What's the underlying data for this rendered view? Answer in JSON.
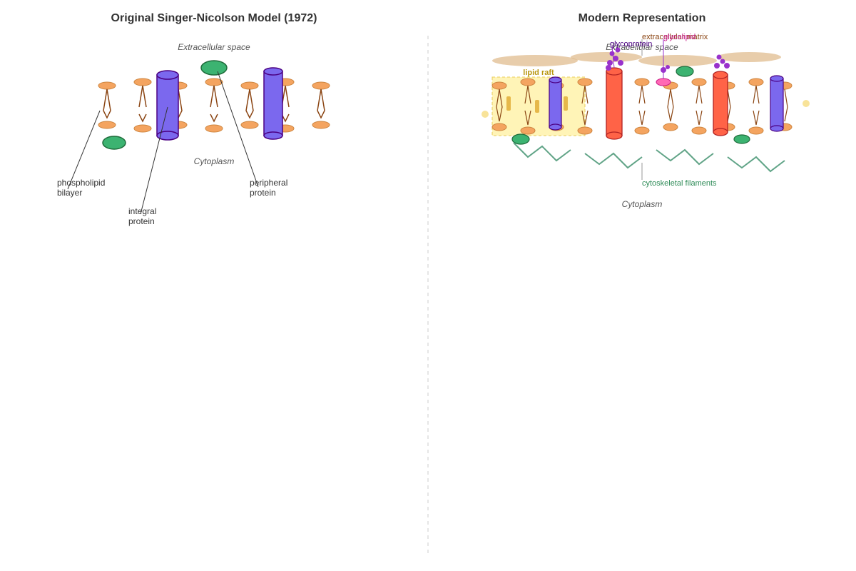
{
  "left_panel": {
    "title": "Original Singer-Nicolson Model (1972)",
    "extracellular_label": "Extracellular space",
    "cytoplasm_label": "Cytoplasm",
    "callouts": {
      "phospholipid_line1": "phospholipid",
      "phospholipid_line2": "bilayer",
      "integral_line1": "integral",
      "integral_line2": "protein",
      "peripheral_line1": "peripheral",
      "peripheral_line2": "protein"
    }
  },
  "right_panel": {
    "title": "Modern Representation",
    "extracellular_label": "Extracellular space",
    "cytoplasm_label": "Cytoplasm",
    "callouts": {
      "glycoprotein": "glycoprotein",
      "extracellular_matrix": "extracellular matrix",
      "glycolipid": "glycolipid",
      "lipid_raft": "lipid raft",
      "cytoskeletal_filaments": "cytoskeletal filaments"
    }
  },
  "colors": {
    "lipid_head": "#f4a460",
    "lipid_tail": "#8b4513",
    "integral_protein": "#7b68ee",
    "peripheral_protein": "#3cb371",
    "channel_protein": "#ff6347",
    "glyco": "#9932cc",
    "glycolipid_head": "#ff69b4",
    "matrix": "#deb887",
    "raft": "#fff3b0",
    "cytoskeleton": "#4f9a7a",
    "divider": "#cccccc"
  }
}
